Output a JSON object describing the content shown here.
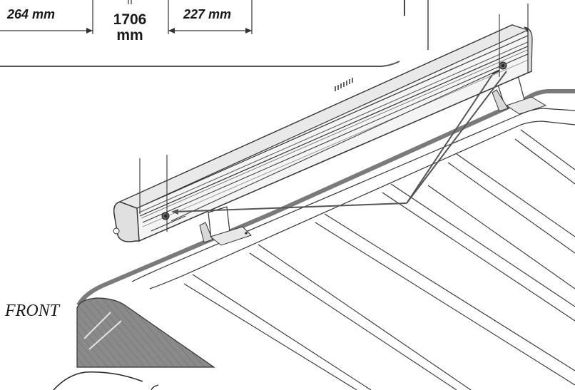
{
  "dimensions": {
    "left": "264 mm",
    "center_value": "1706",
    "center_unit": "mm",
    "right": "227 mm"
  },
  "orientation_label": "FRONT"
}
